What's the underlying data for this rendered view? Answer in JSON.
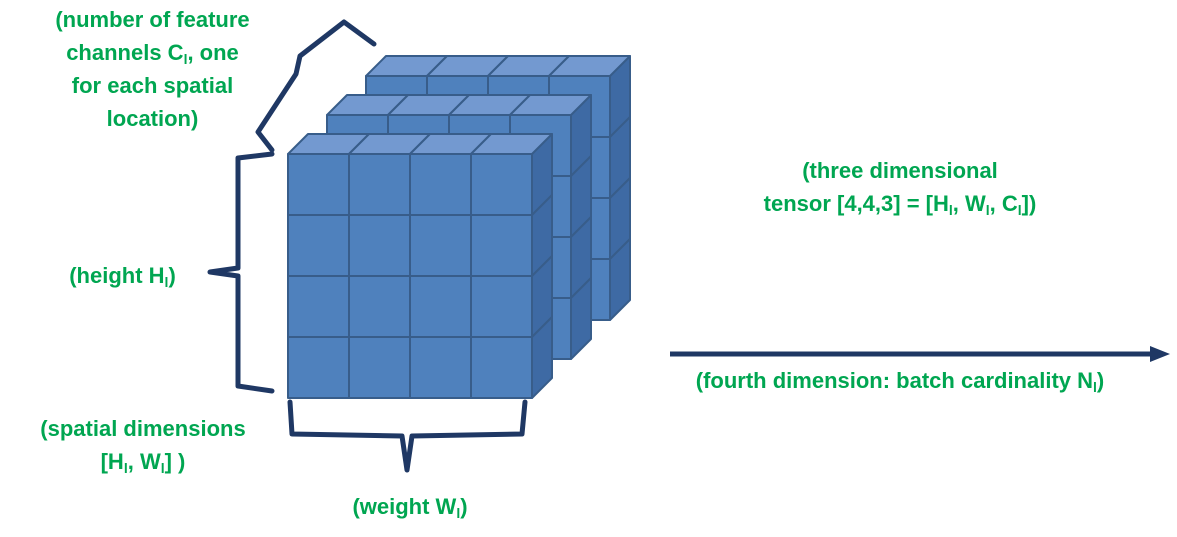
{
  "colors": {
    "label_text": "#00a651",
    "cube_front": "#4f81bd",
    "cube_top": "#7399d0",
    "cube_side": "#3e6aa4",
    "cube_edge": "#385d8a",
    "bracket": "#1f3864",
    "arrow": "#1f3864"
  },
  "tensor": {
    "height": 4,
    "width": 4,
    "channels": 3
  },
  "labels": {
    "channels": {
      "line1": "(number of feature",
      "line2_main": "channels C",
      "line2_sub": "l",
      "line2_tail": ", one",
      "line3": "for each spatial",
      "line4": "location)"
    },
    "height": {
      "main": "(height H",
      "sub": "l",
      "tail": ")"
    },
    "spatial": {
      "line1": "(spatial dimensions",
      "line2_a": "[H",
      "line2_a_sub": "l",
      "line2_b": ", W",
      "line2_b_sub": "l",
      "line2_c": "] )"
    },
    "weight": {
      "main": "(weight W",
      "sub": "l",
      "tail": ")"
    },
    "tensor": {
      "line1": "(three dimensional",
      "line2_a": "tensor [4,4,3] = [H",
      "line2_a_sub": "l",
      "line2_b": ", W",
      "line2_b_sub": "l",
      "line2_c": ", C",
      "line2_c_sub": "l",
      "line2_d": "])"
    },
    "batch": {
      "main": "(fourth dimension: batch cardinality N",
      "sub": "l",
      "tail": ")"
    }
  }
}
